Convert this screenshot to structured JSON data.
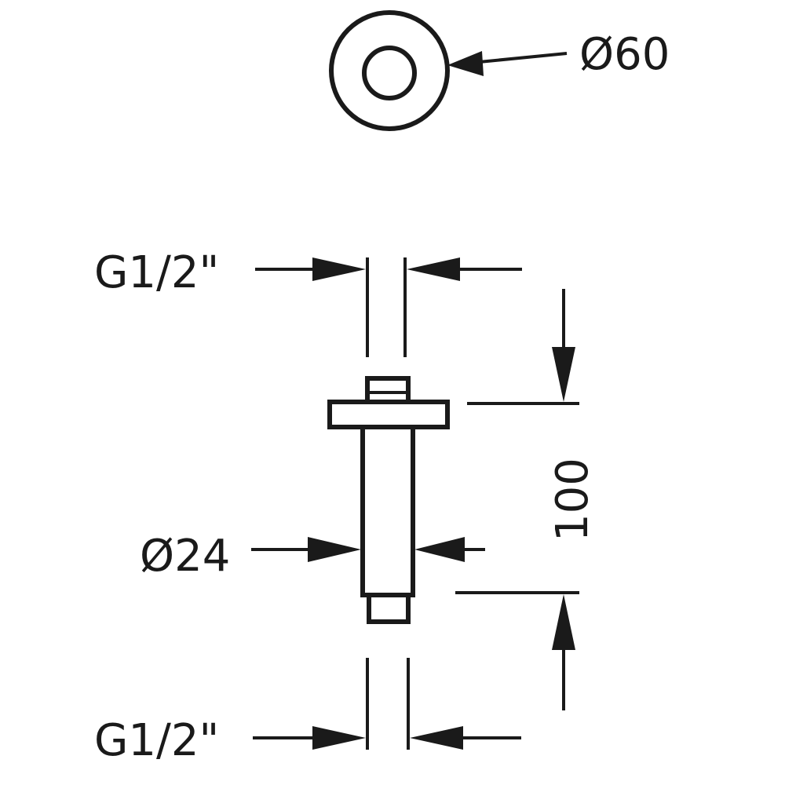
{
  "dimensions": {
    "top_diameter": "Ø60",
    "inlet_thread": "G1/2\"",
    "tube_diameter": "Ø24",
    "length": "100",
    "outlet_thread": "G1/2\""
  },
  "colors": {
    "stroke": "#1a1a1a",
    "background": "#ffffff"
  }
}
